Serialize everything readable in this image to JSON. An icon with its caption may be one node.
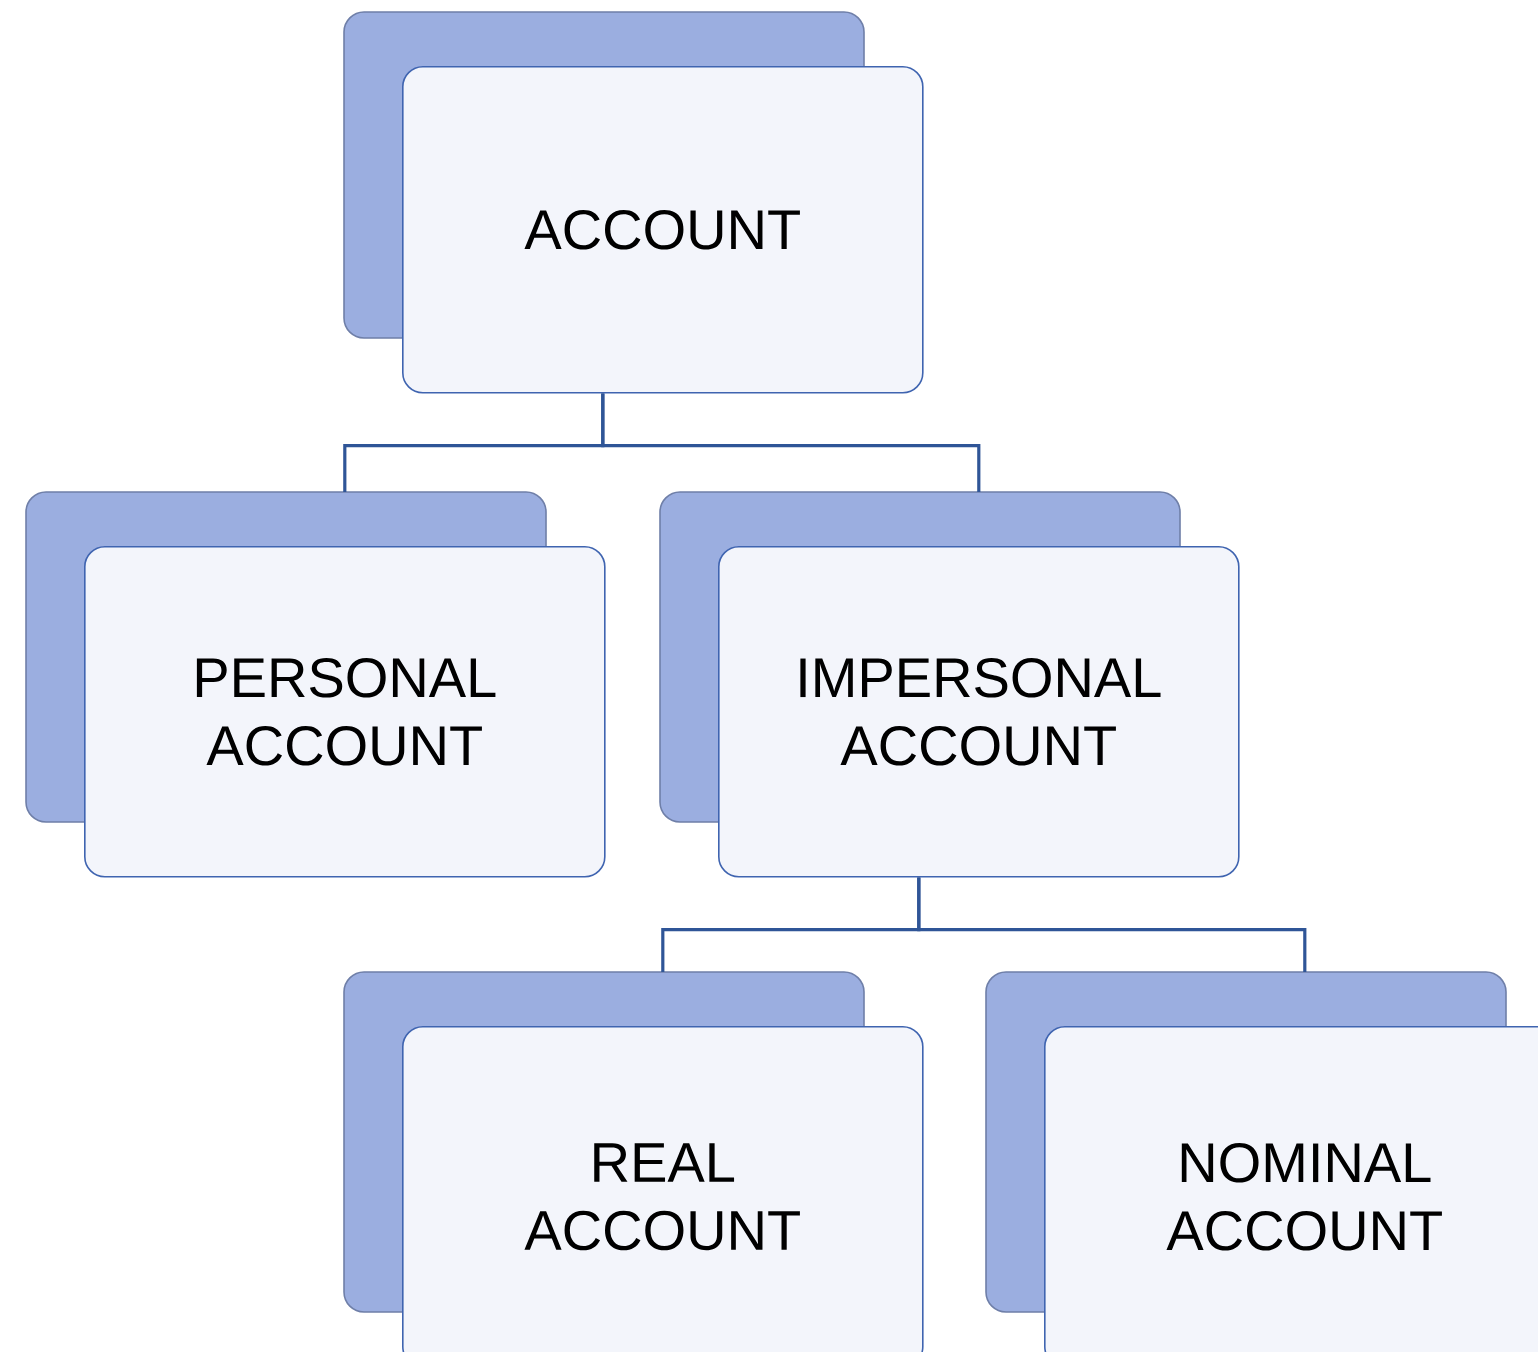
{
  "diagram": {
    "nodes": [
      {
        "text": [
          "ACCOUNT"
        ]
      },
      {
        "text": [
          "PERSONAL ACCOUNT"
        ]
      },
      {
        "text": [
          "IMPERSONAL ACCOUNT"
        ]
      },
      {
        "text": [
          "REAL ACCOUNT"
        ]
      },
      {
        "text": [
          "NOMINAL ACCOUNT"
        ]
      }
    ],
    "edges": [
      {
        "from": 0,
        "to": 1,
        "arrow": "none"
      },
      {
        "from": 0,
        "to": 2,
        "arrow": "none"
      },
      {
        "from": 2,
        "to": 3,
        "arrow": "none"
      },
      {
        "from": 2,
        "to": 4,
        "arrow": "none"
      }
    ]
  }
}
